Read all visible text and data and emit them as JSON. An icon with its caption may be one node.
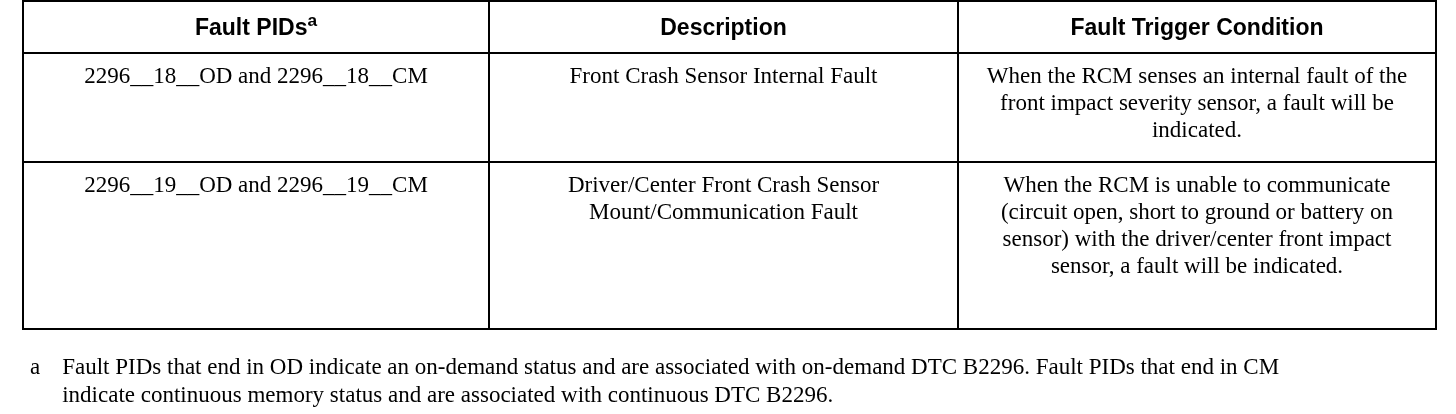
{
  "diagram": {
    "labels": [
      "Fault PIDs$^{a}$",
      "Description",
      "Fault Trigger Condition",
      "2296__18__OD and 2296__18__CM",
      "Front Crash Sensor Internal Fault",
      "When the RCM senses an internal fault of the front impact severity sensor, a fault will be indicated.",
      "2296__19__OD and 2296__19__CM",
      "Driver/Center Front Crash Sensor Mount/Communication Fault",
      "When the RCM is unable to communicate (circuit open, short to ground or battery on sensor) with the driver/center front impact sensor, a fault will be indicated.",
      "a",
      "Fault PIDs that end in OD indicate an on-demand status and are associated with on-demand DTC B2296. Fault PIDs that end in CM indicate continuous memory status and are associated with continuous DTC B2296."
    ]
  }
}
